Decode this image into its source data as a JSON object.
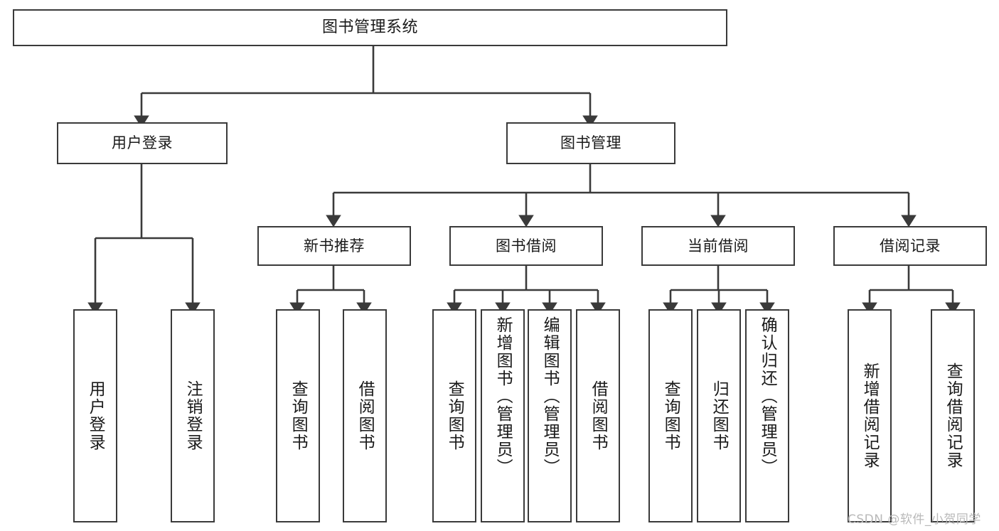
{
  "diagram": {
    "title": "图书管理系统",
    "type": "hierarchy-tree",
    "root": {
      "id": "root",
      "label": "图书管理系统"
    },
    "level1": [
      {
        "id": "user-login",
        "label": "用户登录"
      },
      {
        "id": "book-management",
        "label": "图书管理"
      }
    ],
    "level2": [
      {
        "id": "new-book-recommend",
        "label": "新书推荐",
        "parent": "book-management"
      },
      {
        "id": "book-borrow",
        "label": "图书借阅",
        "parent": "book-management"
      },
      {
        "id": "current-borrow",
        "label": "当前借阅",
        "parent": "book-management"
      },
      {
        "id": "borrow-record",
        "label": "借阅记录",
        "parent": "book-management"
      }
    ],
    "leaves": [
      {
        "id": "leaf-user-login",
        "label": "用户登录",
        "parent": "user-login"
      },
      {
        "id": "leaf-logout-login",
        "label": "注销登录",
        "parent": "user-login"
      },
      {
        "id": "leaf-query-book-1",
        "label": "查询图书",
        "parent": "new-book-recommend"
      },
      {
        "id": "leaf-borrow-book-1",
        "label": "借阅图书",
        "parent": "new-book-recommend"
      },
      {
        "id": "leaf-query-book-2",
        "label": "查询图书",
        "parent": "book-borrow"
      },
      {
        "id": "leaf-add-book",
        "label": "新增图书（管理员）",
        "parent": "book-borrow"
      },
      {
        "id": "leaf-edit-book",
        "label": "编辑图书（管理员）",
        "parent": "book-borrow"
      },
      {
        "id": "leaf-borrow-book-2",
        "label": "借阅图书",
        "parent": "book-borrow"
      },
      {
        "id": "leaf-query-book-3",
        "label": "查询图书",
        "parent": "current-borrow"
      },
      {
        "id": "leaf-return-book",
        "label": "归还图书",
        "parent": "current-borrow"
      },
      {
        "id": "leaf-confirm-return",
        "label": "确认归还（管理员）",
        "parent": "current-borrow"
      },
      {
        "id": "leaf-add-record",
        "label": "新增借阅记录",
        "parent": "borrow-record"
      },
      {
        "id": "leaf-query-record",
        "label": "查询借阅记录",
        "parent": "borrow-record"
      }
    ],
    "colors": {
      "stroke": "#3a3a3a",
      "text": "#1a1a1a",
      "background": "#ffffff",
      "watermark": "#b9b9b9"
    }
  },
  "watermark": {
    "text": "CSDN @软件_小贺同学"
  }
}
